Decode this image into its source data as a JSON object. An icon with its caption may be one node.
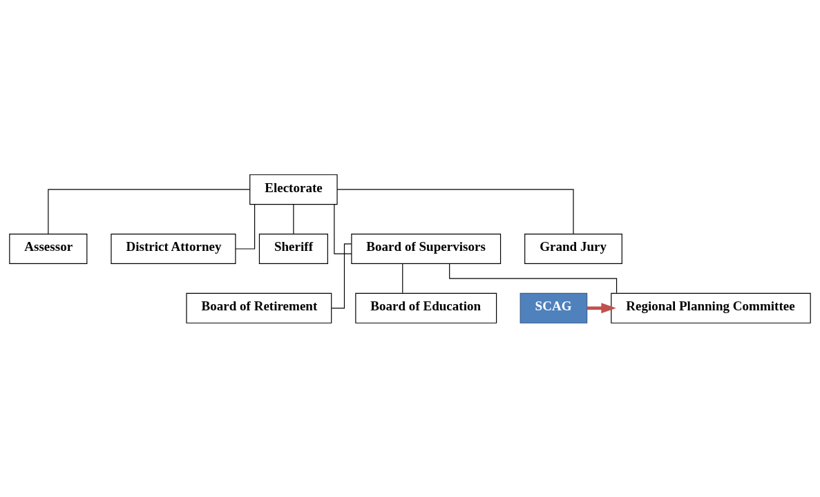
{
  "diagram": {
    "nodes": [
      {
        "text": [
          "Electorate"
        ]
      },
      {
        "text": [
          "Assessor"
        ]
      },
      {
        "text": [
          "District Attorney"
        ]
      },
      {
        "text": [
          "Sheriff"
        ]
      },
      {
        "text": [
          "Board of Supervisors"
        ]
      },
      {
        "text": [
          "Grand Jury"
        ]
      },
      {
        "text": [
          "Board of Retirement"
        ]
      },
      {
        "text": [
          "Board of Education"
        ]
      },
      {
        "text": [
          "Regional Planning Committee"
        ]
      },
      {
        "text": [
          "SCAG"
        ]
      }
    ],
    "edges": [
      {
        "from": 0,
        "to": 1,
        "arrow": "none"
      },
      {
        "from": 0,
        "to": 2,
        "arrow": "none"
      },
      {
        "from": 0,
        "to": 3,
        "arrow": "none"
      },
      {
        "from": 0,
        "to": 4,
        "arrow": "none"
      },
      {
        "from": 0,
        "to": 5,
        "arrow": "none"
      },
      {
        "from": 4,
        "to": 6,
        "arrow": "none"
      },
      {
        "from": 4,
        "to": 7,
        "arrow": "none"
      },
      {
        "from": 4,
        "to": 8,
        "arrow": "none"
      },
      {
        "from": 9,
        "to": 8,
        "arrow": "to",
        "style": "thick",
        "color": "#c0504d"
      }
    ]
  }
}
